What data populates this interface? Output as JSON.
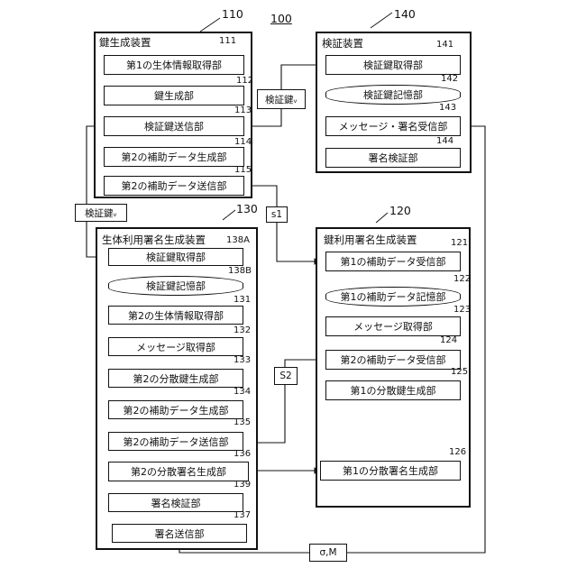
{
  "diagram_number": "100",
  "devices": {
    "key_gen": {
      "ref": "110",
      "title": "鍵生成装置",
      "units": [
        {
          "ref": "111",
          "label": "第1の生体情報取得部"
        },
        {
          "ref": "112",
          "label": "鍵生成部"
        },
        {
          "ref": "113",
          "label": "検証鍵送信部"
        },
        {
          "ref": "114",
          "label": "第2の補助データ生成部"
        },
        {
          "ref": "115",
          "label": "第2の補助データ送信部"
        }
      ]
    },
    "verify": {
      "ref": "140",
      "title": "検証装置",
      "units": [
        {
          "ref": "141",
          "label": "検証鍵取得部"
        },
        {
          "ref": "142",
          "label": "検証鍵記憶部"
        },
        {
          "ref": "143",
          "label": "メッセージ・署名受信部"
        },
        {
          "ref": "144",
          "label": "署名検証部"
        }
      ]
    },
    "bio_sign": {
      "ref": "130",
      "title": "生体利用署名生成装置",
      "units": [
        {
          "ref": "138A",
          "label": "検証鍵取得部"
        },
        {
          "ref": "138B",
          "label": "検証鍵記憶部"
        },
        {
          "ref": "131",
          "label": "第2の生体情報取得部"
        },
        {
          "ref": "132",
          "label": "メッセージ取得部"
        },
        {
          "ref": "133",
          "label": "第2の分散鍵生成部"
        },
        {
          "ref": "134",
          "label": "第2の補助データ生成部"
        },
        {
          "ref": "135",
          "label": "第2の補助データ送信部"
        },
        {
          "ref": "136",
          "label": "第2の分散署名生成部"
        },
        {
          "ref": "139",
          "label": "署名検証部"
        },
        {
          "ref": "137",
          "label": "署名送信部"
        }
      ]
    },
    "key_sign": {
      "ref": "120",
      "title": "鍵利用署名生成装置",
      "units": [
        {
          "ref": "121",
          "label": "第1の補助データ受信部"
        },
        {
          "ref": "122",
          "label": "第1の補助データ記憶部"
        },
        {
          "ref": "123",
          "label": "メッセージ取得部"
        },
        {
          "ref": "124",
          "label": "第2の補助データ受信部"
        },
        {
          "ref": "125",
          "label": "第1の分散鍵生成部"
        },
        {
          "ref": "126",
          "label": "第1の分散署名生成部"
        }
      ]
    }
  },
  "signals": {
    "vk_top": "検証鍵ᵥ",
    "vk_left": "検証鍵ᵥ",
    "s1": "s1",
    "s2": "S2",
    "sigma_m": "σ,M"
  }
}
